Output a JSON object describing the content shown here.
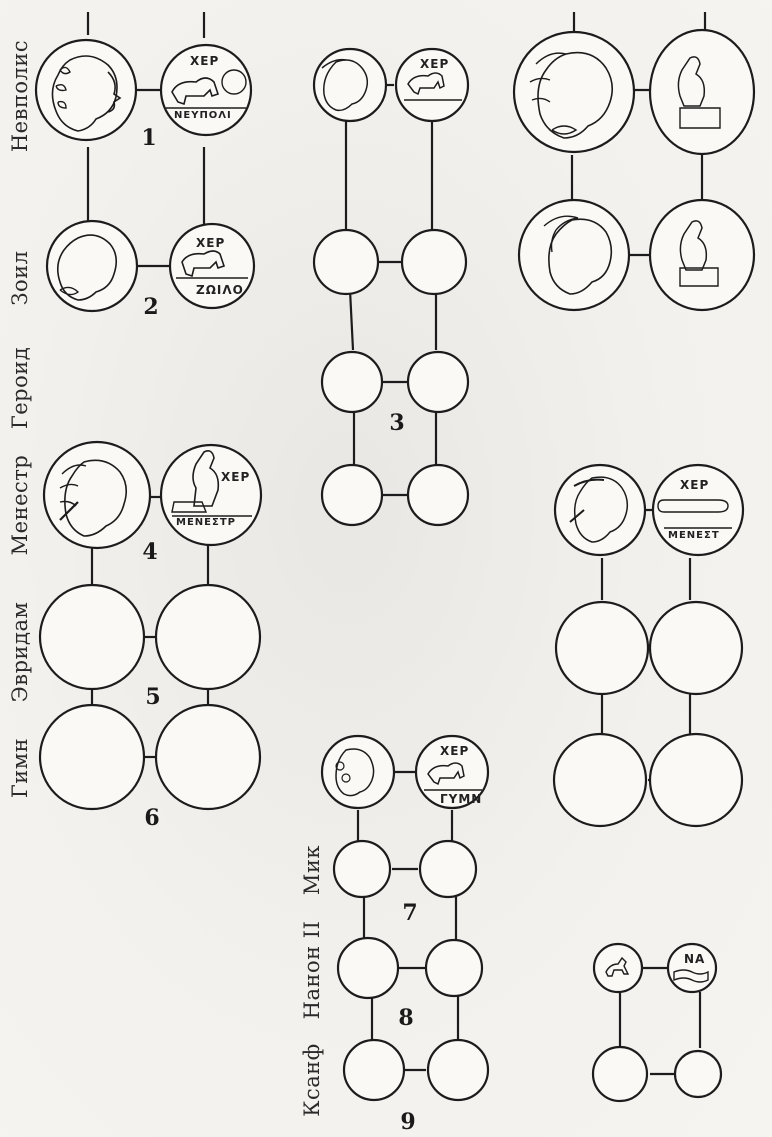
{
  "rulers": {
    "neapolis": "Невполис",
    "zoil": "Зоил",
    "gerоid": "Героид",
    "menestr": "Менестр",
    "evridam": "Эвридам",
    "gimn": "Гимн",
    "mik": "Мик",
    "nanon": "Нанон II",
    "ksanf": "Ксанф"
  },
  "numbers": {
    "n1": "1",
    "n2": "2",
    "n3": "3",
    "n4": "4",
    "n5": "5",
    "n6": "6",
    "n7": "7",
    "n8": "8",
    "n9": "9"
  },
  "coin_legends": {
    "xer_neypoli": "ΧΕΡ / ΝΕΥΠΟΛΙ",
    "xer_zailo": "ΧΕΡ / ΖΩΙΛΟ",
    "xer_menestr": "ΧΕΡ / ΜΕΝΕΣΤΡ",
    "xer_gymn": "ΧΕΡ / ΓΥΜΝ",
    "na": "ΝΑ"
  },
  "colors": {
    "ink": "#1c1c1c",
    "paper": "#f3f1ed"
  }
}
